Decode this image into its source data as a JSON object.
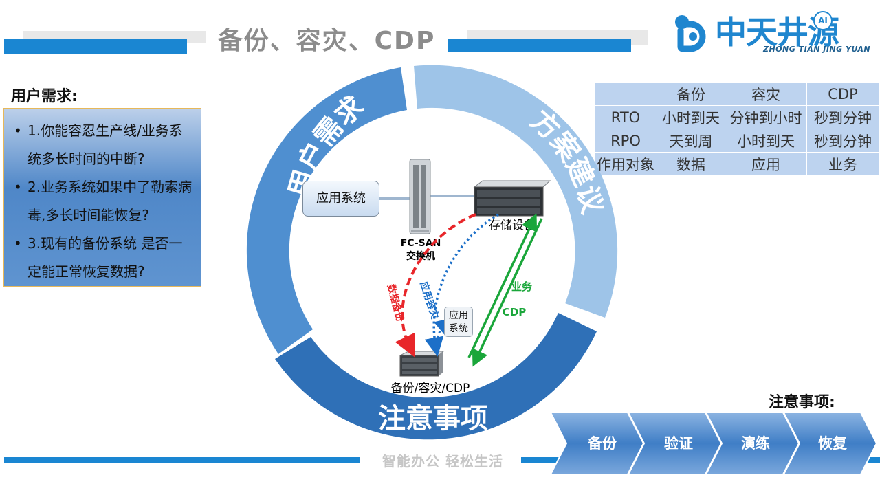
{
  "header": {
    "title": "备份、容灾、CDP"
  },
  "logo": {
    "brand": "中天井源",
    "ai_badge": "AI",
    "subtitle": "ZHONG TIAN JING YUAN"
  },
  "user_needs": {
    "title": "用户需求:",
    "items": [
      "1.你能容忍生产线/业务系统多长时间的中断?",
      "2.业务系统如果中了勒索病毒,多长时间能恢复?",
      "3.现有的备份系统 是否一定能正常恢复数据?"
    ]
  },
  "table": {
    "header": [
      "",
      "备份",
      "容灾",
      "CDP"
    ],
    "rows": [
      [
        "RTO",
        "小时到天",
        "分钟到小时",
        "秒到分钟"
      ],
      [
        "RPO",
        "天到周",
        "小时到天",
        "秒到分钟"
      ],
      [
        "作用对象",
        "数据",
        "应用",
        "业务"
      ]
    ]
  },
  "ring": {
    "left_segment": "用户需求",
    "right_segment": "方案建议",
    "bottom_segment": "注意事项"
  },
  "diagram": {
    "app_system": "应用系统",
    "switch_line1": "FC-SAN",
    "switch_line2": "交换机",
    "storage": "存储设备",
    "app_system_small_line1": "应用",
    "app_system_small_line2": "系统",
    "backup_device": "备份/容灾/CDP",
    "data_backup": "数据备份",
    "app_dr": "应用容灾",
    "biz_cdp_line1": "业务",
    "biz_cdp_line2": "CDP",
    "colors": {
      "backup": "#e8262a",
      "dr": "#1c6fc8",
      "cdp": "#1aa63a"
    }
  },
  "notes": {
    "title": "注意事项:",
    "steps": [
      "备份",
      "验证",
      "演练",
      "恢复"
    ]
  },
  "footer": {
    "slogan": "智能办公 轻松生活"
  }
}
